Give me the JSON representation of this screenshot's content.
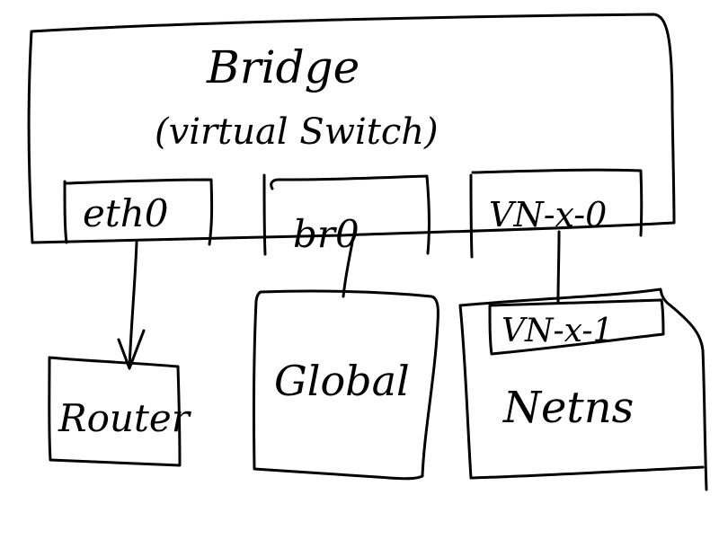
{
  "diagram": {
    "bridge": {
      "title": "Bridge",
      "subtitle": "(virtual Switch)"
    },
    "ports": [
      {
        "id": "eth0",
        "label": "eth0"
      },
      {
        "id": "br0",
        "label": "br0"
      },
      {
        "id": "vn-x-0",
        "label": "VN-x-0"
      }
    ],
    "nodes": {
      "router": {
        "label": "Router"
      },
      "global": {
        "label": "Global"
      },
      "netns": {
        "label": "Netns",
        "inner_port": "VN-x-1"
      }
    },
    "ink_color": "#000000",
    "background_color": "#ffffff"
  }
}
